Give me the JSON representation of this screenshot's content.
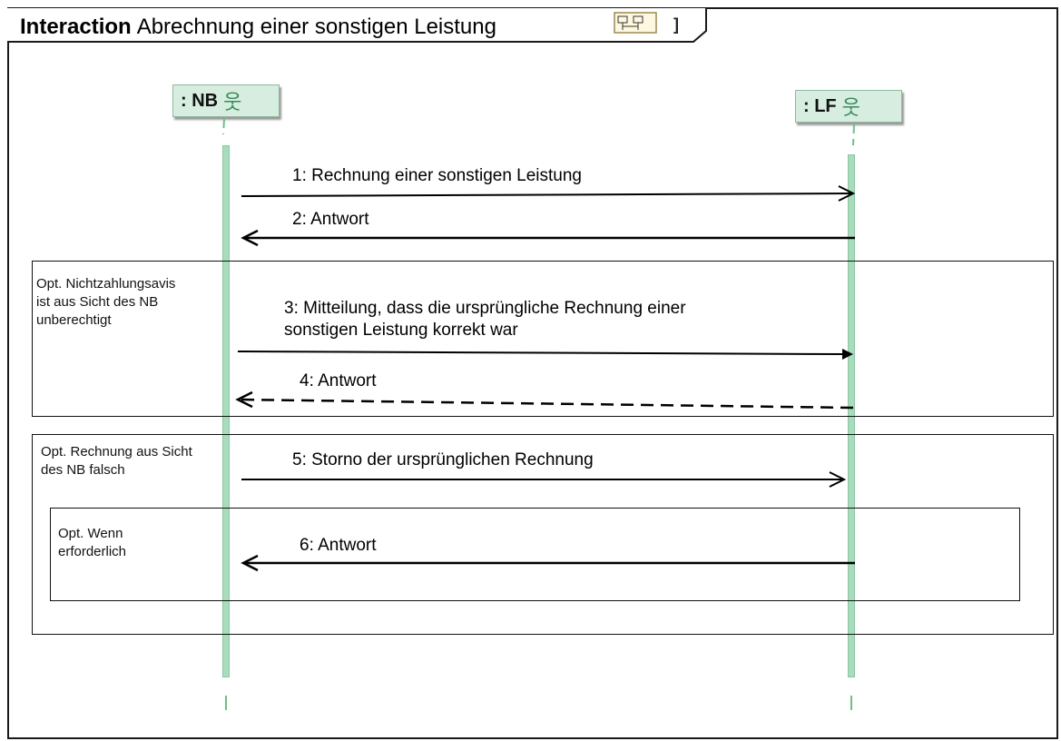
{
  "diagram": {
    "title_keyword": "Interaction",
    "title": "Abrechnung einer sonstigen Leistung",
    "title_icon": "interaction-diagram-icon",
    "colors": {
      "lifeline_fill": "#d6ede0",
      "activation": "#a9dcbc",
      "line": "#111111"
    },
    "lifelines": [
      {
        "label": ": NB",
        "icon": "actor-icon"
      },
      {
        "label": ": LF",
        "icon": "actor-icon"
      }
    ],
    "fragments": [
      {
        "guard": "Opt. Nichtzahlungsavis\nist aus Sicht des NB\nunberechtigt"
      },
      {
        "guard": "Opt. Rechnung aus Sicht\ndes NB falsch"
      },
      {
        "guard": "Opt. Wenn\n erforderlich"
      }
    ],
    "messages": [
      {
        "label": "1: Rechnung einer sonstigen Leistung",
        "style": "solid-open"
      },
      {
        "label": "2: Antwort",
        "style": "solid-open"
      },
      {
        "label": "3: Mitteilung, dass die ursprüngliche Rechnung einer sonstigen Leistung korrekt war",
        "style": "solid-filled"
      },
      {
        "label": "4: Antwort",
        "style": "dashed-open"
      },
      {
        "label": "5: Storno der ursprünglichen Rechnung",
        "style": "solid-open"
      },
      {
        "label": "6: Antwort",
        "style": "solid-open"
      }
    ]
  }
}
